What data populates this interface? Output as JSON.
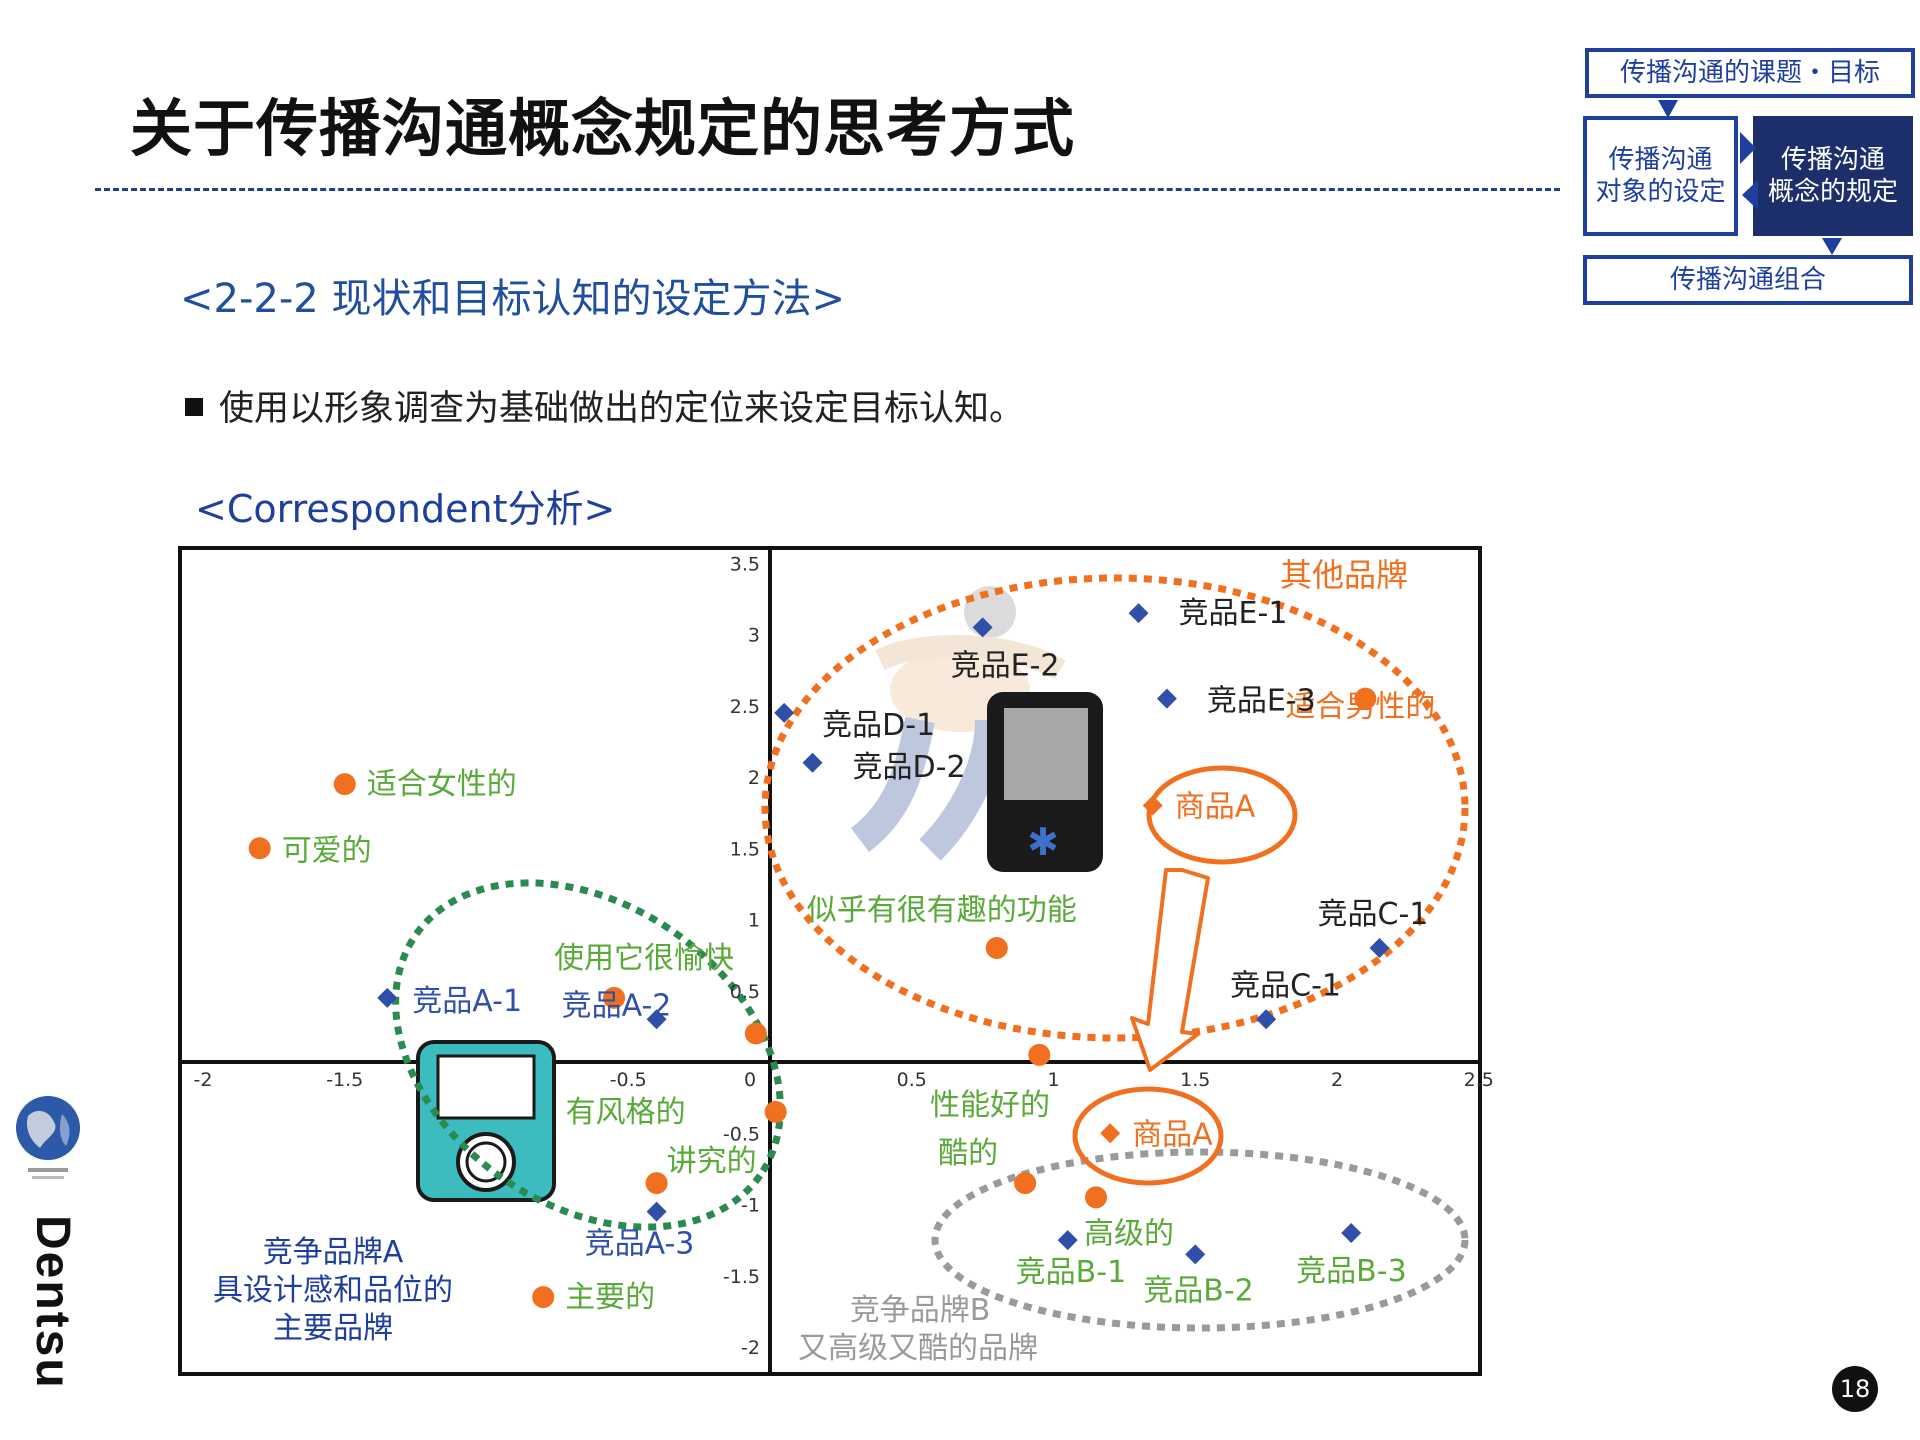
{
  "title": "关于传播沟通概念规定的思考方式",
  "section": "<2-2-2 现状和目标认知的设定方法>",
  "bullet": "使用以形象调查为基础做出的定位来设定目标认知。",
  "analysis_label": "<Correspondent分析>",
  "nav": {
    "top": "传播沟通的课题・目标",
    "left": "传播沟通\n对象的设定",
    "right": "传播沟通\n概念的规定",
    "bottom": "传播沟通组合"
  },
  "colors": {
    "brand_blue": "#1f3f9f",
    "dark_navy": "#1c2f6b",
    "attribute_orange": "#f07020",
    "attribute_green": "#5aaa3a",
    "competitor_blue": "#2f4fa8",
    "group_green": "#2a8a50",
    "group_gray": "#9a9a9a"
  },
  "chart_data": {
    "type": "scatter",
    "x_ticks": [
      "-2",
      "-1.5",
      "-0.5",
      "0",
      "0.5",
      "1",
      "1.5",
      "2",
      "2.5"
    ],
    "y_ticks": [
      "3.5",
      "3",
      "2.5",
      "2",
      "1.5",
      "1",
      "0.5",
      "-0.5",
      "-1",
      "-1.5",
      "-2"
    ],
    "brands": [
      {
        "label": "竞品E-1",
        "x": 1.3,
        "y": 3.15
      },
      {
        "label": "竞品E-2",
        "x": 0.75,
        "y": 3.05
      },
      {
        "label": "竞品E-3",
        "x": 1.4,
        "y": 2.55
      },
      {
        "label": "竞品D-1",
        "x": 0.05,
        "y": 2.45
      },
      {
        "label": "竞品D-2",
        "x": 0.15,
        "y": 2.1
      },
      {
        "label": "竞品C-1",
        "x": 2.15,
        "y": 0.8
      },
      {
        "label": "竞品C-1",
        "x": 1.75,
        "y": 0.3
      },
      {
        "label": "竞品A-1",
        "x": -1.35,
        "y": 0.45
      },
      {
        "label": "竞品A-2",
        "x": -0.4,
        "y": 0.3
      },
      {
        "label": "竞品A-3",
        "x": -0.4,
        "y": -1.05
      },
      {
        "label": "竞品B-1",
        "x": 1.05,
        "y": -1.25
      },
      {
        "label": "竞品B-2",
        "x": 1.5,
        "y": -1.35
      },
      {
        "label": "竞品B-3",
        "x": 2.05,
        "y": -1.2
      }
    ],
    "products": [
      {
        "label": "商品A",
        "x": 1.35,
        "y": 1.8
      },
      {
        "label": "商品A",
        "x": 1.2,
        "y": -0.5
      }
    ],
    "attributes": [
      {
        "label": "适合女性的",
        "x": -1.5,
        "y": 1.95
      },
      {
        "label": "可爱的",
        "x": -1.8,
        "y": 1.5
      },
      {
        "label": "似乎有很有趣的功能",
        "x": 0.8,
        "y": 0.8
      },
      {
        "label": "使用它很愉快",
        "x": -0.55,
        "y": 0.45
      },
      {
        "label": "",
        "x": -0.05,
        "y": 0.2
      },
      {
        "label": "",
        "x": 0.95,
        "y": 0.05
      },
      {
        "label": "适合男性的",
        "x": 2.1,
        "y": 2.55
      },
      {
        "label": "有风格的",
        "x": 0.02,
        "y": -0.35
      },
      {
        "label": "讲究的",
        "x": -0.4,
        "y": -0.85
      },
      {
        "label": "主要的",
        "x": -0.8,
        "y": -1.65
      },
      {
        "label": "酷的",
        "x": 0.9,
        "y": -0.85
      },
      {
        "label": "高级的",
        "x": 1.15,
        "y": -0.95
      }
    ],
    "attr_text_labels": [
      {
        "label": "性能好的"
      }
    ],
    "group_labels": {
      "other": "其他品牌",
      "compA": [
        "竞争品牌A",
        "具设计感和品位的",
        "主要品牌"
      ],
      "compB": [
        "竞争品牌B",
        "又高级又酷的品牌"
      ]
    }
  },
  "page_number": "18",
  "logo_text": "Dentsu"
}
